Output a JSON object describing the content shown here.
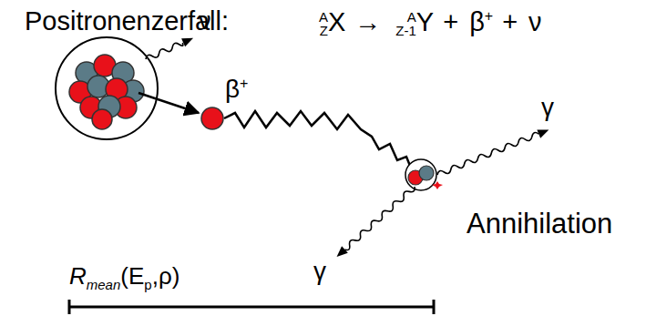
{
  "diagram": {
    "title": "Positronenzerfall:",
    "labels": [
      "A",
      "Z",
      "X",
      "→",
      "A",
      "Z-1",
      "Y",
      "+",
      "β",
      "+",
      "+",
      "ν",
      "ν",
      "β",
      "+",
      "γ",
      "γ",
      "Annihilation",
      "R",
      "mean",
      "(E",
      "p",
      ",ρ)"
    ]
  }
}
